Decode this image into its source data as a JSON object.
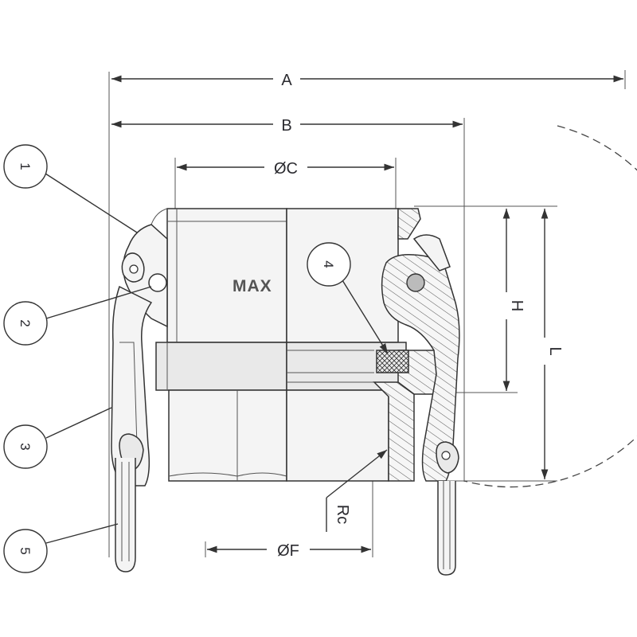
{
  "dimensions": {
    "a": "A",
    "b": "B",
    "c": "ØC",
    "f": "ØF",
    "h": "H",
    "l": "L",
    "rc": "Rc"
  },
  "callouts": [
    "1",
    "2",
    "3",
    "4",
    "5"
  ],
  "body_marking": "MAX"
}
